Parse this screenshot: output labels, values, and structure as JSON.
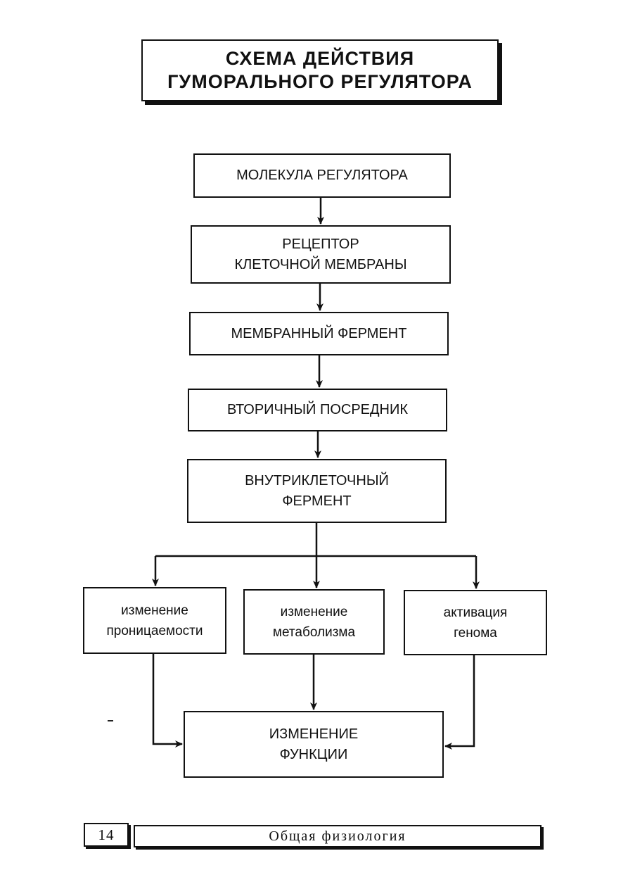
{
  "title": {
    "line1": "СХЕМА ДЕЙСТВИЯ",
    "line2": "ГУМОРАЛЬНОГО РЕГУЛЯТОРА"
  },
  "nodes": {
    "regulator_molecule": {
      "line1": "МОЛЕКУЛА РЕГУЛЯТОРА"
    },
    "membrane_receptor": {
      "line1": "РЕЦЕПТОР",
      "line2": "КЛЕТОЧНОЙ МЕМБРАНЫ"
    },
    "membrane_enzyme": {
      "line1": "МЕМБРАННЫЙ ФЕРМЕНТ"
    },
    "second_messenger": {
      "line1": "ВТОРИЧНЫЙ ПОСРЕДНИК"
    },
    "intracellular_enzyme": {
      "line1": "ВНУТРИКЛЕТОЧНЫЙ",
      "line2": "ФЕРМЕНТ"
    },
    "permeability_change": {
      "line1": "изменение",
      "line2": "проницаемости"
    },
    "metabolism_change": {
      "line1": "изменение",
      "line2": "метаболизма"
    },
    "genome_activation": {
      "line1": "активация",
      "line2": "генома"
    },
    "function_change": {
      "line1": "ИЗМЕНЕНИЕ",
      "line2": "ФУНКЦИИ"
    }
  },
  "footer": {
    "page_number": "14",
    "section_title": "Общая физиология"
  }
}
